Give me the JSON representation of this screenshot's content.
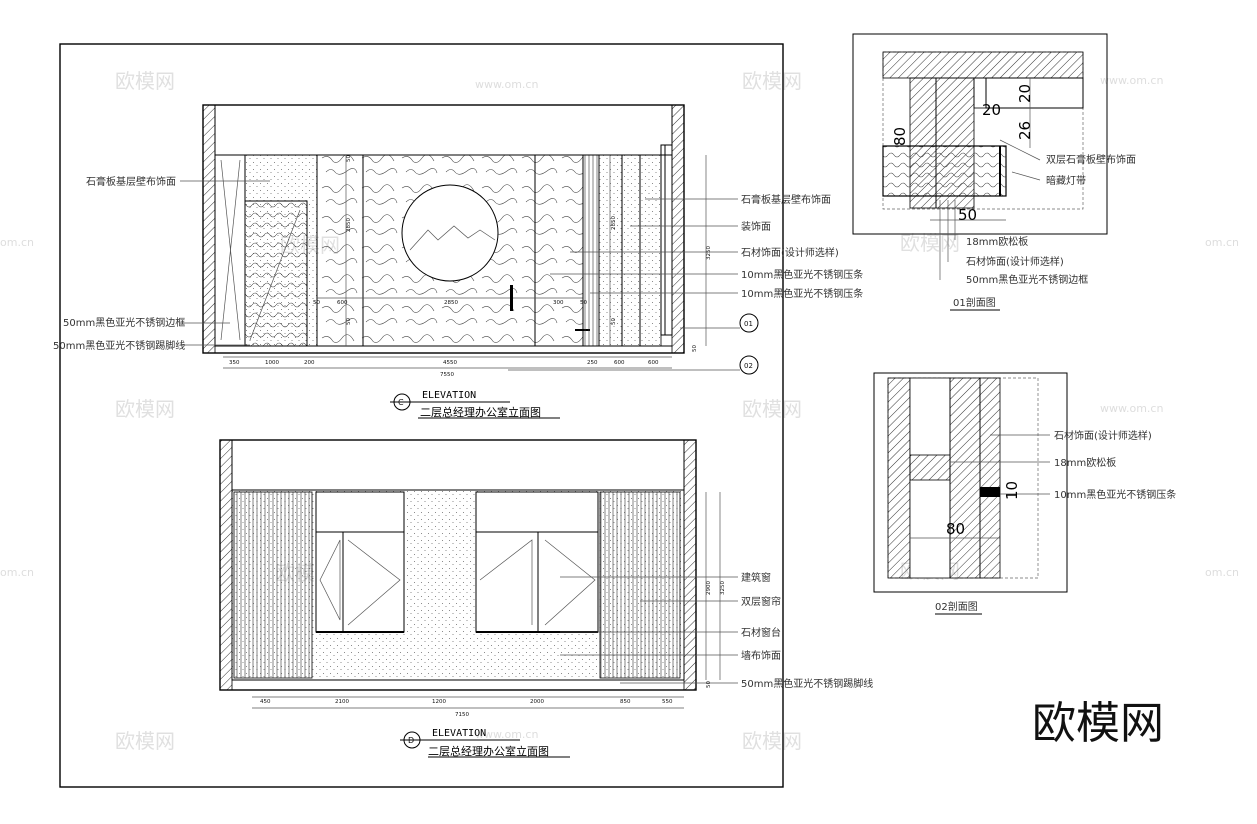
{
  "elevation_c": {
    "title": "ELEVATION",
    "marker": "C",
    "subtitle": "二层总经理办公室立面图",
    "labels": {
      "left_wall_fabric": "石膏板基层壁布饰面",
      "left_edge": "50mm黑色亚光不锈钢边框",
      "left_skirting": "50mm黑色亚光不锈钢踢脚线",
      "right_fabric": "石膏板基层壁布饰面",
      "decor": "装饰面",
      "stone": "石材饰面(设计师选样)",
      "strip1": "10mm黑色亚光不锈钢压条",
      "strip2": "10mm黑色亚光不锈钢压条"
    },
    "dims_bottom": [
      "350",
      "1000",
      "200",
      "4550",
      "250",
      "600",
      "600"
    ],
    "dim_total": "7550",
    "dims_mid": [
      "50",
      "600",
      "2850",
      "300",
      "50"
    ],
    "dims_vertical": [
      "50",
      "2850",
      "50",
      "50",
      "2850",
      "3250",
      "50"
    ],
    "section_tags": [
      "01",
      "02"
    ]
  },
  "elevation_d": {
    "title": "ELEVATION",
    "marker": "D",
    "subtitle": "二层总经理办公室立面图",
    "labels": {
      "window": "建筑窗",
      "curtain": "双层窗帘",
      "sill": "石材窗台",
      "fabric": "墙布饰面",
      "skirting": "50mm黑色亚光不锈钢踢脚线"
    },
    "dims_bottom": [
      "450",
      "2100",
      "1200",
      "2000",
      "850",
      "550"
    ],
    "dim_total": "7150",
    "dims_vertical": [
      "2900",
      "3250",
      "50"
    ]
  },
  "section_01": {
    "title": "01剖面图",
    "dims": [
      "20",
      "20",
      "26",
      "80",
      "50"
    ],
    "labels": {
      "double_gypsum": "双层石膏板壁布饰面",
      "hidden_light": "暗藏灯带",
      "board": "18mm欧松板",
      "stone": "石材饰面(设计师选样)",
      "edge": "50mm黑色亚光不锈钢边框"
    }
  },
  "section_02": {
    "title": "02剖面图",
    "dims": [
      "10",
      "80"
    ],
    "labels": {
      "stone": "石材饰面(设计师选样)",
      "board": "18mm欧松板",
      "strip": "10mm黑色亚光不锈钢压条"
    }
  },
  "watermark": {
    "text": "欧模网",
    "url": "www.om.cn",
    "url_short": "om.cn"
  },
  "brand": "欧模网"
}
